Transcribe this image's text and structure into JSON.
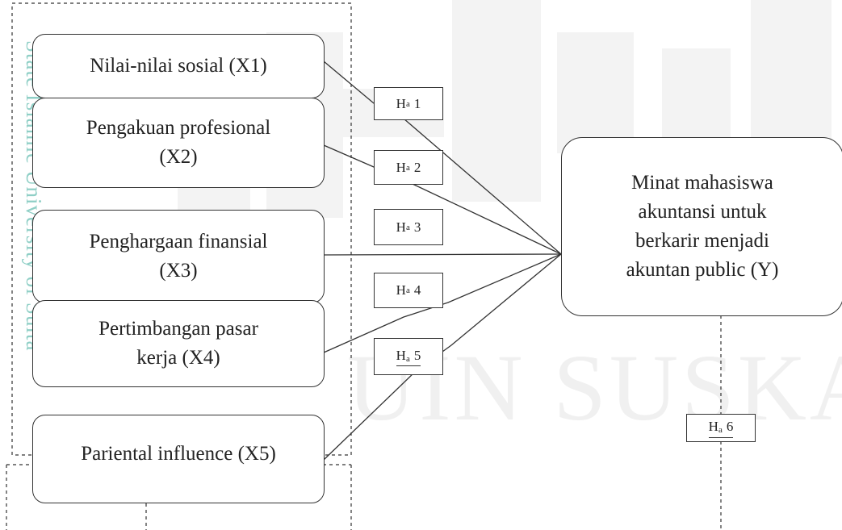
{
  "side_watermark": "State Islamic University of Sulta",
  "bg_watermark": "UIN SUSKA RIAU",
  "independent_vars": [
    {
      "lines": [
        "Nilai-nilai sosial (X1)"
      ]
    },
    {
      "lines": [
        "Pengakuan profesional",
        "(X2)"
      ]
    },
    {
      "lines": [
        "Penghargaan finansial",
        "(X3)"
      ]
    },
    {
      "lines": [
        "Pertimbangan pasar",
        "kerja (X4)"
      ]
    },
    {
      "lines": [
        "Pariental influence (X5)"
      ]
    }
  ],
  "dependent_var": {
    "lines": [
      "Minat mahasiswa",
      "akuntansi untuk",
      "berkarir menjadi",
      "akuntan public (Y)"
    ]
  },
  "hypotheses": [
    {
      "prefix": "H",
      "sub": "a",
      "num": "1"
    },
    {
      "prefix": "H",
      "sub": "a",
      "num": "2"
    },
    {
      "prefix": "H",
      "sub": "a",
      "num": "3"
    },
    {
      "prefix": "H",
      "sub": "a",
      "num": "4"
    },
    {
      "prefix": "H",
      "sub": "a",
      "num": "5"
    },
    {
      "prefix": "H",
      "sub": "a",
      "num": "6"
    }
  ],
  "colors": {
    "line": "#333333",
    "watermark_green": "#8fcfc6",
    "watermark_bg": "#f3f3f3"
  }
}
